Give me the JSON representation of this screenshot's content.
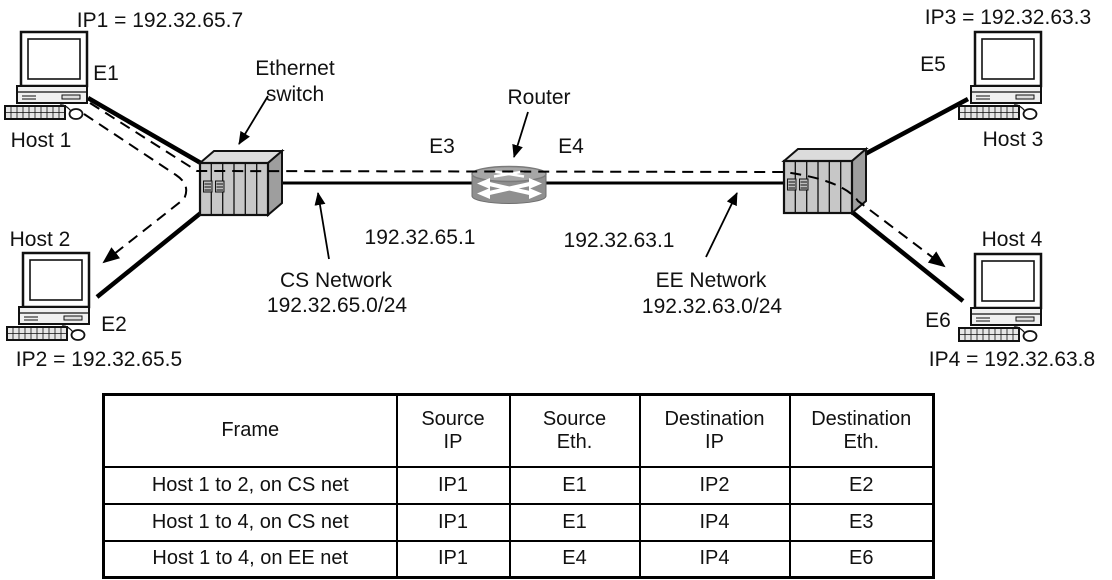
{
  "figure": {
    "type": "network-topology-diagram",
    "labels": {
      "ip1": "IP1 = 192.32.65.7",
      "ip2": "IP2 = 192.32.65.5",
      "ip3": "IP3 = 192.32.63.3",
      "ip4": "IP4 = 192.32.63.8",
      "host1": "Host 1",
      "host2": "Host 2",
      "host3": "Host 3",
      "host4": "Host 4",
      "e1": "E1",
      "e2": "E2",
      "e3": "E3",
      "e4": "E4",
      "e5": "E5",
      "e6": "E6",
      "ethernet_switch_line1": "Ethernet",
      "ethernet_switch_line2": "switch",
      "router": "Router",
      "router_left_ip": "192.32.65.1",
      "router_right_ip": "192.32.63.1",
      "cs_network_line1": "CS Network",
      "cs_network_line2": "192.32.65.0/24",
      "ee_network_line1": "EE Network",
      "ee_network_line2": "192.32.63.0/24"
    },
    "colors": {
      "line": "#000000",
      "switch_front": "#c7c7c7",
      "switch_top": "#dcdcdc",
      "switch_side": "#9e9e9e",
      "router_body": "#8f8f8f",
      "router_top": "#a6a6a6",
      "background": "#ffffff"
    }
  },
  "table": {
    "headers": [
      "Frame",
      "Source\nIP",
      "Source\nEth.",
      "Destination\nIP",
      "Destination\nEth."
    ],
    "rows": [
      [
        "Host 1 to 2, on CS net",
        "IP1",
        "E1",
        "IP2",
        "E2"
      ],
      [
        "Host 1 to 4, on CS net",
        "IP1",
        "E1",
        "IP4",
        "E3"
      ],
      [
        "Host 1 to 4, on EE net",
        "IP1",
        "E4",
        "IP4",
        "E6"
      ]
    ]
  }
}
